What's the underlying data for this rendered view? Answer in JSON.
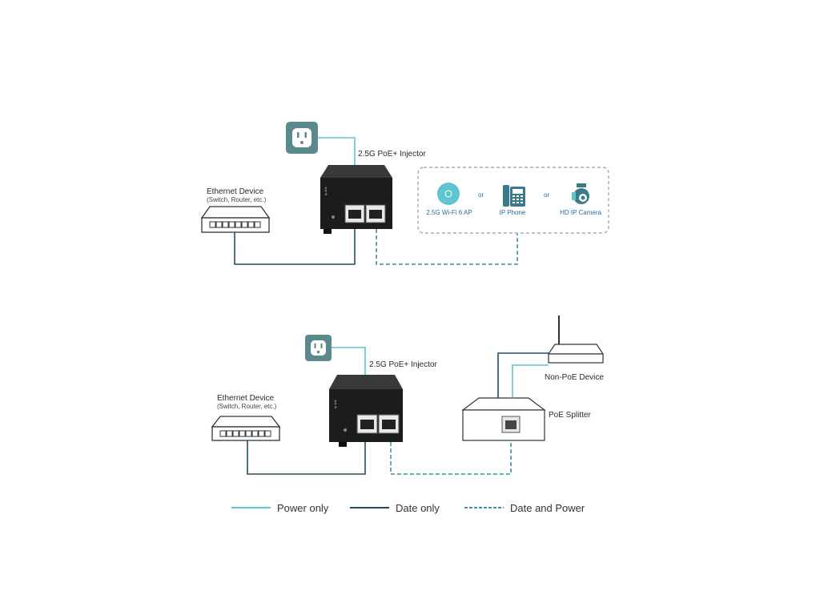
{
  "top": {
    "injector_label": "2.5G PoE+ Injector",
    "ethernet_title": "Ethernet Device",
    "ethernet_sub": "(Switch, Router, etc.)",
    "devices": [
      {
        "label": "2.5G Wi-Fi 6 AP",
        "icon": "access-point-icon"
      },
      {
        "label": "IP Phone",
        "icon": "ip-phone-icon"
      },
      {
        "label": "HD IP Camera",
        "icon": "ip-camera-icon"
      }
    ],
    "or1": "or",
    "or2": "or"
  },
  "bottom": {
    "injector_label": "2.5G PoE+ Injector",
    "ethernet_title": "Ethernet Device",
    "ethernet_sub": "(Switch, Router, etc.)",
    "non_poe_label": "Non-PoE Device",
    "splitter_label": "PoE Splitter"
  },
  "legend": {
    "power_only": "Power only",
    "data_only": "Date only",
    "data_power": "Date and Power"
  },
  "colors": {
    "power": "#5fc4cf",
    "data": "#1f4d66",
    "data_power": "#3c8fb0",
    "outlet_bg": "#5b8a8e",
    "injector": "#1c1c1c"
  }
}
